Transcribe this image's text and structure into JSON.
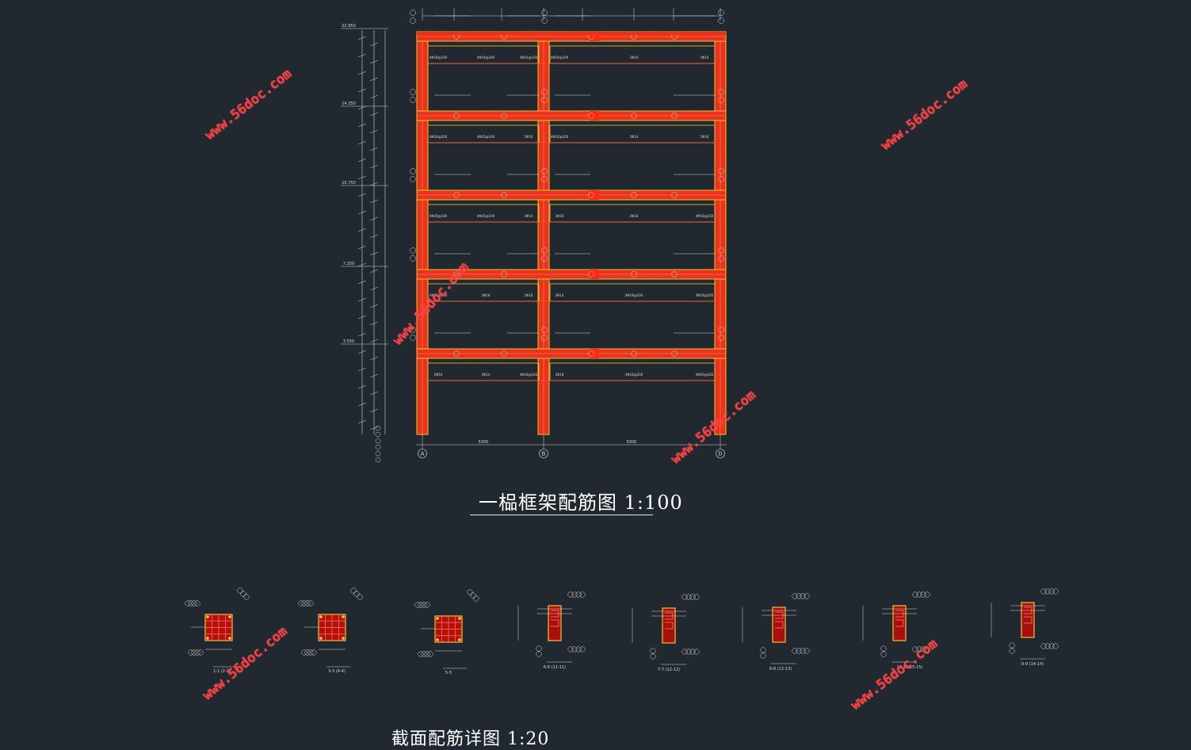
{
  "titles": {
    "frame": "一榀框架配筋图  1:100",
    "detail": "截面配筋详图  1:20"
  },
  "watermark": "www.56doc.com",
  "colors": {
    "background": "#212830",
    "beam": "#e8341c",
    "outline": "#f2c230",
    "dimension": "#d9d9d9",
    "watermark": "#ff3a3a"
  },
  "axes": [
    "A",
    "B",
    "D"
  ],
  "levels": [
    "22.950",
    "14.250",
    "10.750",
    "7.250",
    "3.550"
  ],
  "bay_spans": [
    "5300",
    "6300"
  ],
  "rebar_labels": [
    "4Φ18@100",
    "4Φ18@200",
    "4Φ20@100",
    "4Φ16@100",
    "2Φ16",
    "2Φ14",
    "2Φ18"
  ],
  "sections": [
    {
      "label": "1-1 (2-2)"
    },
    {
      "label": "3-3 (4-4)"
    },
    {
      "label": "5-5"
    },
    {
      "label": "6-6 (11-11)"
    },
    {
      "label": "7-7 (12-12)"
    },
    {
      "label": "8-8 (13-13)"
    },
    {
      "label": "10-10(15-15)"
    },
    {
      "label": "9-9 (14-14)"
    }
  ]
}
